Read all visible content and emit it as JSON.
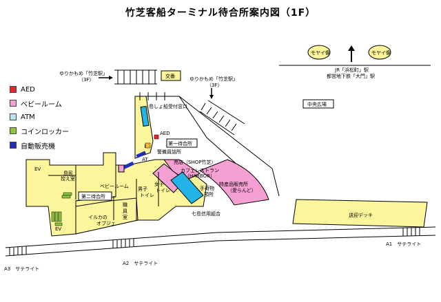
{
  "title": "竹芝客船ターミナル待合所案内図（1F）",
  "legend": [
    {
      "label": "AED",
      "color": "#e8262a"
    },
    {
      "label": "ベビールーム",
      "color": "#f5a0d2"
    },
    {
      "label": "ATM",
      "color": "#b4e6f5"
    },
    {
      "label": "コインロッカー",
      "color": "#8cc63f"
    },
    {
      "label": "自動販売機",
      "color": "#1c2fbf"
    }
  ],
  "colors": {
    "yellow_area": "#fbf59b",
    "pink_area": "#f5a0d2",
    "cyan_area": "#22b4e6",
    "locker_green": "#8cc63f",
    "vending_blue": "#1c2fbf",
    "aed_red": "#e8262a",
    "poster_yellow": "#fbf59b"
  },
  "labels": {
    "yurikamome_left_1": "ゆりかもめ「竹芝駅」",
    "yurikamome_left_2": "（3F）",
    "koban": "交番",
    "yurikamome_mid_1": "ゆりかもめ「竹芝駅」",
    "yurikamome_mid_2": "（3F）",
    "moai_left": "モヤイ像",
    "moai_right": "モヤイ像",
    "jr_1": "JR「浜松町」駅",
    "jr_2": "都営地下鉄「大門」駅",
    "central_plaza": "中央広場",
    "shima_ship": "島しょ船受付窓口",
    "aed": "AED",
    "waiting1": "第一待合所",
    "security": "警備員詰所",
    "atm": "AT",
    "shop": "売店（SHOP竹芝）",
    "cafe_1": "カフェレストラン",
    "cafe_2": "（HARBOR）",
    "baby_room": "ベビールーム",
    "ev_top": "EV",
    "shima_sales_1": "島民",
    "shima_sales_2": "控え室",
    "waiting2": "第二待合所",
    "male_wc_1": "男子",
    "male_wc_2": "トイレ",
    "female_wc_1": "女子",
    "female_wc_2": "トイレ",
    "luggage_1": "手荷物",
    "luggage_2": "預所",
    "specialty_1": "特産品販売所",
    "specialty_2": "（愛らんど）",
    "dolphin_1": "イルカの",
    "dolphin_2": "オブジェ",
    "office_1": "職",
    "office_2": "員",
    "office_3": "室",
    "ev_bottom": "EV",
    "shichito": "七島信用組合",
    "deck": "送迎デッキ",
    "a1": "A1　サテライト",
    "a2": "A2　サテライト",
    "a3": "A3　サテライト"
  }
}
